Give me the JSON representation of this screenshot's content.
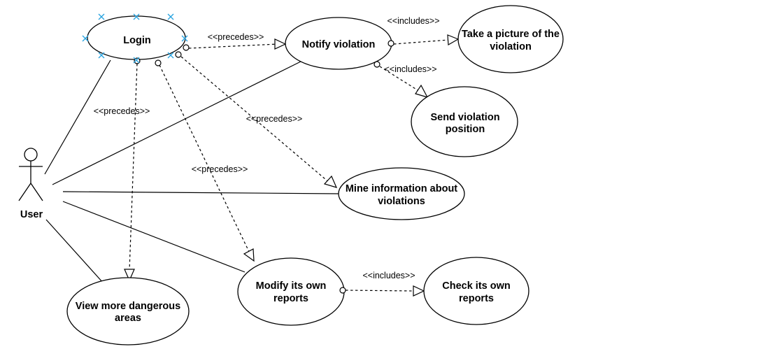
{
  "actor": {
    "label": "User"
  },
  "use_cases": {
    "login": [
      "Login"
    ],
    "notify": [
      "Notify violation"
    ],
    "picture": [
      "Take a picture of the",
      "violation"
    ],
    "position": [
      "Send violation",
      "position"
    ],
    "mine": [
      "Mine information about",
      "violations"
    ],
    "modify": [
      "Modify its own",
      "reports"
    ],
    "check": [
      "Check its own",
      "reports"
    ],
    "view": [
      "View more dangerous",
      "areas"
    ]
  },
  "relations": {
    "login_notify": "<<precedes>>",
    "notify_picture": "<<includes>>",
    "notify_position": "<<includes>>",
    "login_mine": "<<precedes>>",
    "login_view": "<<precedes>>",
    "login_modify": "<<precedes>>",
    "modify_check": "<<includes>>"
  },
  "colors": {
    "line": "#000000",
    "selection_handles": "#29a3e0"
  }
}
